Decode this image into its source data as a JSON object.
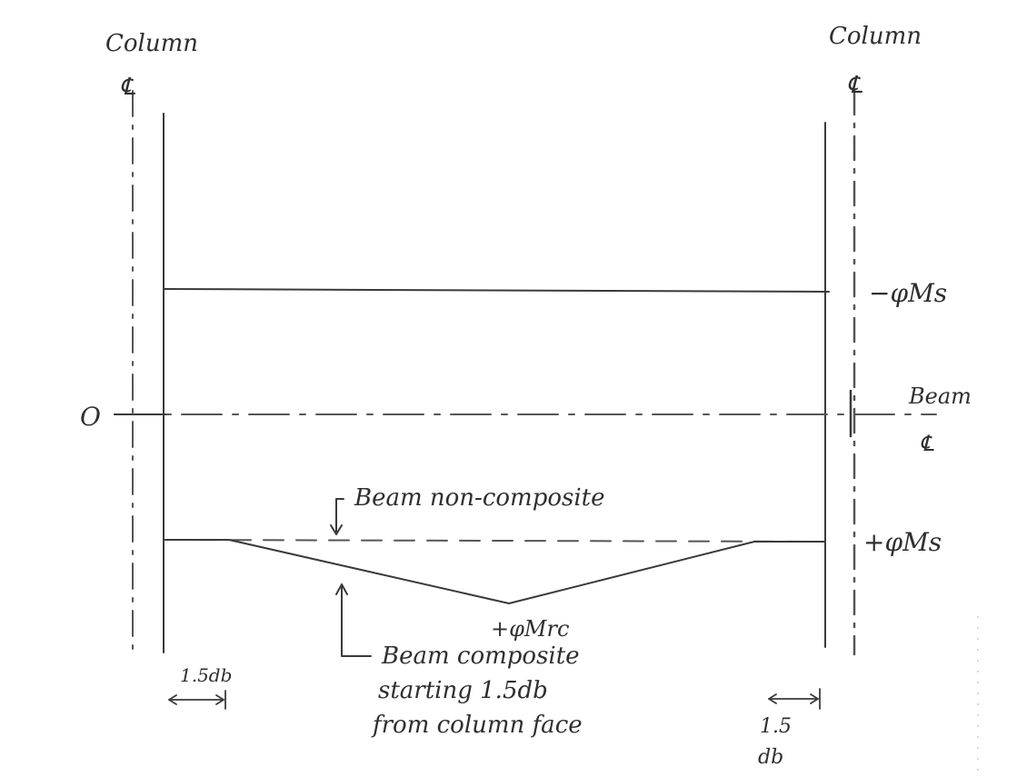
{
  "labels": {
    "column_left": "Column",
    "centerline_left": "℄",
    "column_right": "Column",
    "centerline_right": "℄",
    "neg_moment": "−φMs",
    "zero": "O",
    "beam_cl_word": "Beam",
    "beam_cl_symbol": "℄",
    "beam_noncomposite": "Beam non-composite",
    "pos_moment": "+φMs",
    "pos_moment_composite": "+φMrc",
    "composite_line1": "Beam composite",
    "composite_line2": "starting 1.5db",
    "composite_line3": "from column face",
    "left_offset": "1.5db",
    "right_offset_num": "1.5",
    "right_offset_unit": "db"
  },
  "colors": {
    "ink": "#3a3a3a",
    "pencil": "#555555",
    "background": "#ffffff"
  }
}
